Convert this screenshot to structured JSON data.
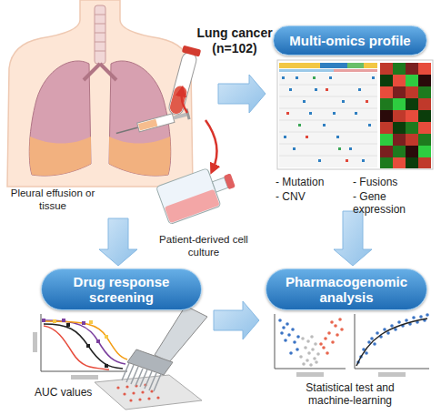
{
  "diagram": {
    "nodes": [
      {
        "text": [
          "Lung cancer (n=102)"
        ]
      },
      {
        "text": [
          "Multi-omics profile"
        ]
      },
      {
        "text": [
          "Drug response screening"
        ]
      },
      {
        "text": [
          "Pharmacogenomic analysis"
        ]
      }
    ],
    "edges": [
      {
        "from": 0,
        "to": 1,
        "arrow": "to"
      },
      {
        "from": 0,
        "to": 2,
        "arrow": "to"
      },
      {
        "from": 1,
        "to": 3,
        "arrow": "to"
      },
      {
        "from": 2,
        "to": 3,
        "arrow": "to"
      }
    ],
    "labels": [
      "Pleural effusion or tissue",
      "Patient-derived cell culture",
      "- Mutation",
      "- Fusions",
      "- CNV",
      "- Gene expression",
      "AUC values",
      "Statistical test and machine-learning"
    ]
  }
}
